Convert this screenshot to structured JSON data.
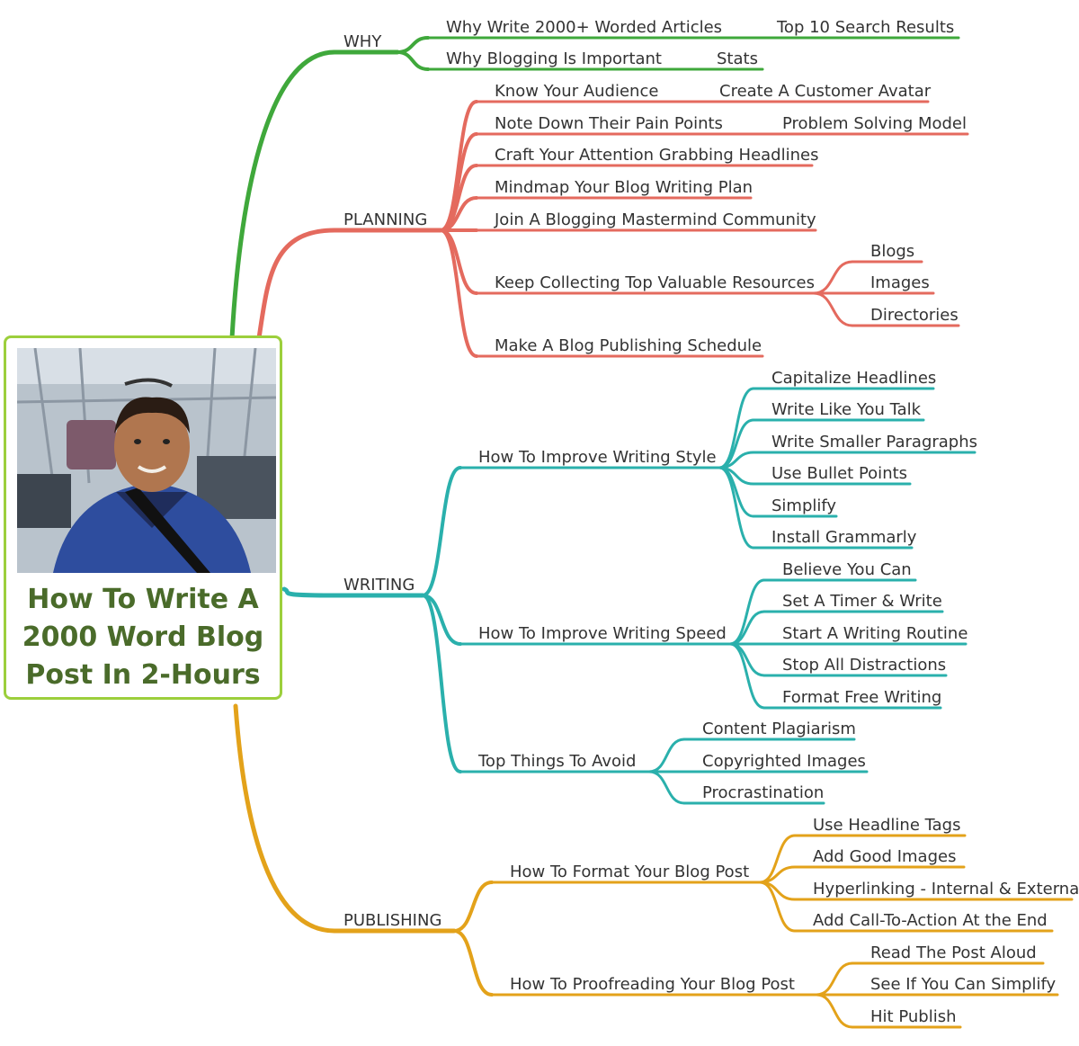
{
  "colors": {
    "root_border": "#9ccf3c",
    "root_text": "#4a6b2a",
    "why": "#3fa83b",
    "planning": "#e46a5e",
    "writing": "#2ab0ac",
    "publishing": "#e3a21a",
    "text": "#333333"
  },
  "root": {
    "title_lines": [
      "How To Write A",
      "2000 Word Blog",
      "Post In 2-Hours"
    ],
    "photo": "person-selfie-photo"
  },
  "branches": [
    {
      "label": "WHY",
      "color_key": "why",
      "children": [
        {
          "label": "Why Write 2000+ Worded Articles",
          "children": [
            {
              "label": "Top 10 Search Results"
            }
          ]
        },
        {
          "label": "Why Blogging Is Important",
          "children": [
            {
              "label": "Stats"
            }
          ]
        }
      ]
    },
    {
      "label": "PLANNING",
      "color_key": "planning",
      "children": [
        {
          "label": "Know Your Audience",
          "children": [
            {
              "label": "Create A Customer Avatar"
            }
          ]
        },
        {
          "label": "Note Down Their Pain Points",
          "children": [
            {
              "label": "Problem Solving Model"
            }
          ]
        },
        {
          "label": "Craft Your Attention Grabbing Headlines"
        },
        {
          "label": "Mindmap Your Blog Writing Plan"
        },
        {
          "label": "Join A Blogging Mastermind Community"
        },
        {
          "label": "Keep Collecting Top Valuable Resources",
          "children": [
            {
              "label": "Blogs"
            },
            {
              "label": "Images"
            },
            {
              "label": "Directories"
            }
          ]
        },
        {
          "label": "Make A Blog Publishing Schedule"
        }
      ]
    },
    {
      "label": "WRITING",
      "color_key": "writing",
      "children": [
        {
          "label": "How To Improve Writing Style",
          "children": [
            {
              "label": "Capitalize Headlines"
            },
            {
              "label": "Write Like You Talk"
            },
            {
              "label": "Write Smaller Paragraphs"
            },
            {
              "label": "Use Bullet Points"
            },
            {
              "label": "Simplify"
            },
            {
              "label": "Install Grammarly"
            }
          ]
        },
        {
          "label": "How To Improve Writing Speed",
          "children": [
            {
              "label": "Believe You Can"
            },
            {
              "label": "Set A Timer & Write"
            },
            {
              "label": "Start A Writing Routine"
            },
            {
              "label": "Stop All Distractions"
            },
            {
              "label": "Format Free Writing"
            }
          ]
        },
        {
          "label": "Top Things To Avoid",
          "children": [
            {
              "label": "Content Plagiarism"
            },
            {
              "label": "Copyrighted Images"
            },
            {
              "label": "Procrastination"
            }
          ]
        }
      ]
    },
    {
      "label": "PUBLISHING",
      "color_key": "publishing",
      "children": [
        {
          "label": "How To Format Your Blog Post",
          "children": [
            {
              "label": "Use Headline Tags"
            },
            {
              "label": "Add Good Images"
            },
            {
              "label": "Hyperlinking - Internal & External"
            },
            {
              "label": "Add Call-To-Action At the End"
            }
          ]
        },
        {
          "label": "How To  Proofreading Your Blog Post",
          "children": [
            {
              "label": "Read The Post Aloud"
            },
            {
              "label": "See If You Can Simplify"
            },
            {
              "label": "Hit Publish"
            }
          ]
        }
      ]
    }
  ]
}
